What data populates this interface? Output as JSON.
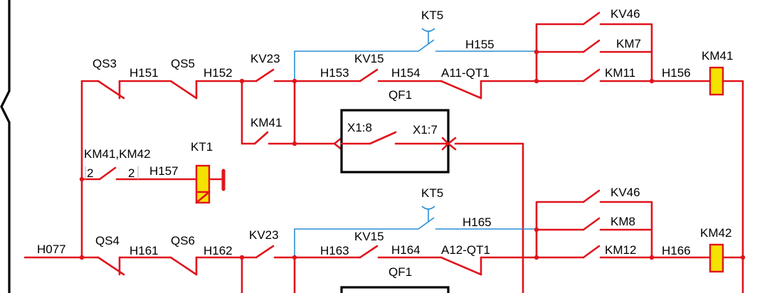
{
  "labels": {
    "qs3": "QS3",
    "h151": "H151",
    "qs5": "QS5",
    "h152": "H152",
    "kv23_top": "KV23",
    "kv15_top": "KV15",
    "h153": "H153",
    "h154": "H154",
    "kt5_top": "KT5",
    "h155": "H155",
    "a11": "A11-QT1",
    "qf1_top": "QF1",
    "kv46_top": "KV46",
    "km7": "KM7",
    "km11": "KM11",
    "h156": "H156",
    "km41": "KM41",
    "km41_contact": "KM41",
    "x18": "X1:8",
    "x17": "X1:7",
    "km41km42": "KM41,KM42",
    "kt1": "KT1",
    "n2a": "2",
    "n2b": "2",
    "h157": "H157",
    "kt5_bot": "KT5",
    "h165": "H165",
    "kv46_bot": "KV46",
    "km8": "KM8",
    "h077": "H077",
    "qs4": "QS4",
    "h161": "H161",
    "qs6": "QS6",
    "h162": "H162",
    "kv23_bot": "KV23",
    "kv15_bot": "KV15",
    "h163": "H163",
    "h164": "H164",
    "a12": "A12-QT1",
    "qf1_bot": "QF1",
    "km12": "KM12",
    "h166": "H166",
    "km42": "KM42"
  },
  "colors": {
    "wire": "#e0141c",
    "signal": "#2b8fd6",
    "coil": "#f4e200",
    "frame": "#000000"
  }
}
